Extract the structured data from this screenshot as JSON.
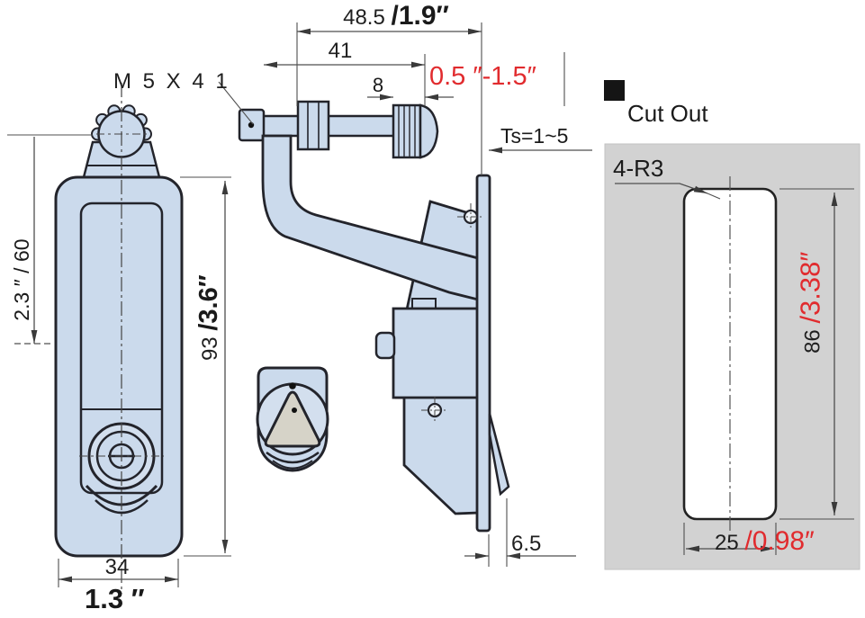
{
  "colors": {
    "part_fill": "#cbdaec",
    "part_fill_light": "#d3dfee",
    "outline": "#23242b",
    "dimension_line": "#4f4f4f",
    "accent_red": "#e12b2e",
    "panel_gray": "#d2d2d2",
    "triangle_fill": "#d6d3c8"
  },
  "front_view": {
    "thread_label": "M 5 X 4 1",
    "offset_label": "2.3 ″ / 60",
    "height_mm": "93 ",
    "height_inch": "/3.6″",
    "width_mm": "34",
    "width_inch": "1.3 ″"
  },
  "side_view": {
    "overall_mm": "48.5 ",
    "overall_inch": "/1.9″",
    "shaft_length": "41",
    "knob_width": "8",
    "grip_range": "0.5 ″-1.5″",
    "panel_thickness": "Ts=1~5",
    "flange_offset": "6.5"
  },
  "cutout_view": {
    "legend": "Cut Out",
    "corner_radius": "4-R3",
    "height_mm": "86 ",
    "height_inch": "/3.38″",
    "width_mm": "25 ",
    "width_inch": "/0.98″"
  }
}
